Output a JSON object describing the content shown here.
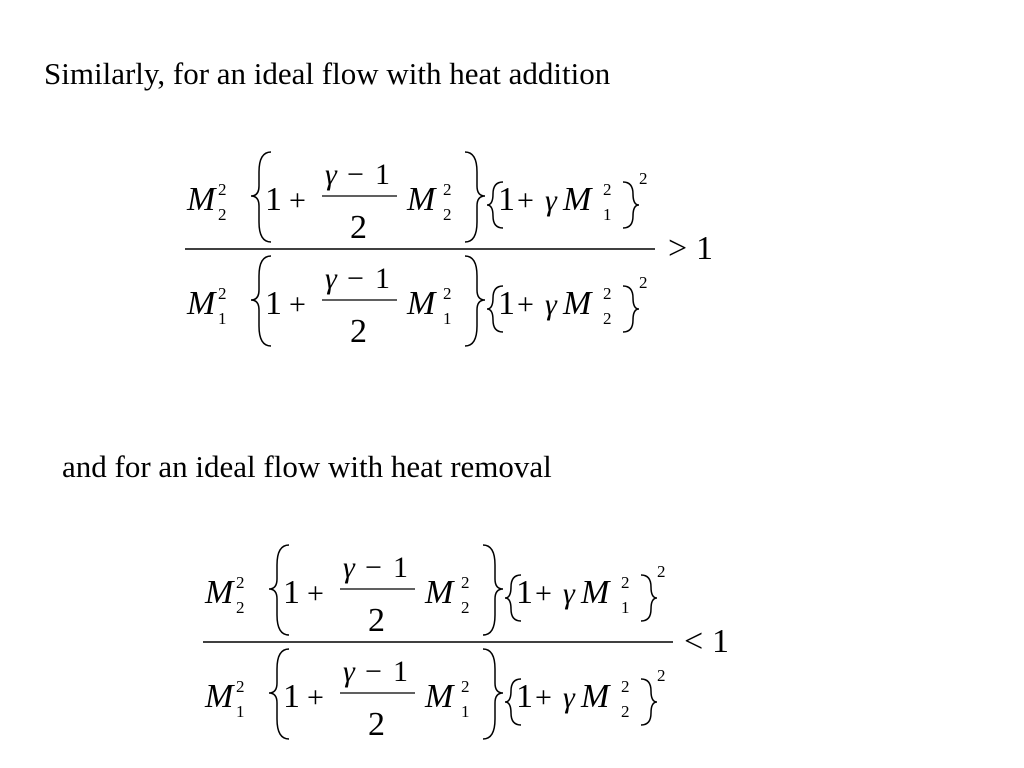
{
  "captions": {
    "heat_addition": "Similarly, for an ideal flow with heat addition",
    "heat_removal": "and for an ideal flow with heat removal"
  },
  "equations": {
    "symbols": {
      "M": "M",
      "gamma": "γ",
      "one": "1",
      "two": "2",
      "plus": "+",
      "minus": "−",
      "sub1": "1",
      "sub2": "2",
      "sq": "2"
    },
    "addition": {
      "relation": ">",
      "rhs": "1"
    },
    "removal": {
      "relation": "<",
      "rhs": "1"
    }
  }
}
